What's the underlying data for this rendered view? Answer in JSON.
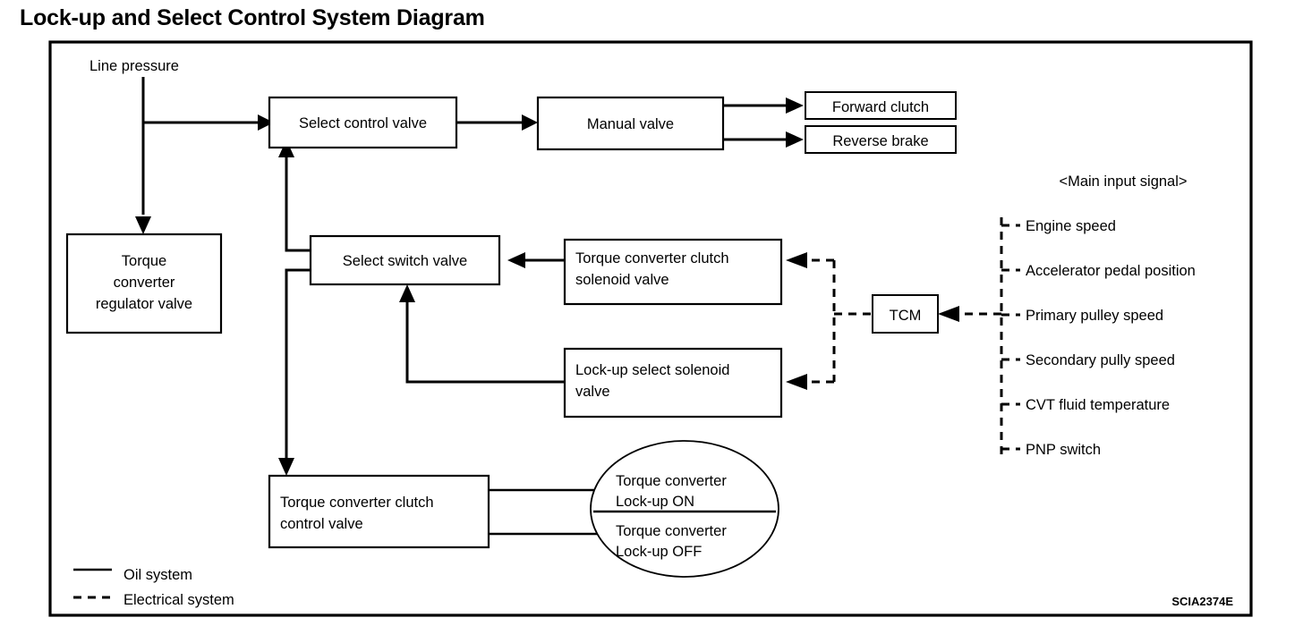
{
  "title": "Lock-up and Select Control System Diagram",
  "labels": {
    "line_pressure": "Line pressure",
    "main_input_signal": "<Main input signal>",
    "figure_code": "SCIA2374E"
  },
  "nodes": {
    "select_control_valve": "Select control valve",
    "manual_valve": "Manual valve",
    "forward_clutch": "Forward clutch",
    "reverse_brake": "Reverse brake",
    "torque_converter_regulator_valve_l1": "Torque",
    "torque_converter_regulator_valve_l2": "converter",
    "torque_converter_regulator_valve_l3": "regulator valve",
    "select_switch_valve": "Select switch valve",
    "tcc_solenoid_valve_l1": "Torque converter clutch",
    "tcc_solenoid_valve_l2": "solenoid valve",
    "lockup_select_solenoid_valve_l1": "Lock-up select solenoid",
    "lockup_select_solenoid_valve_l2": "valve",
    "tcm": "TCM",
    "tcc_control_valve_l1": "Torque converter clutch",
    "tcc_control_valve_l2": "control valve",
    "lockup_on_l1": "Torque converter",
    "lockup_on_l2": "Lock-up ON",
    "lockup_off_l1": "Torque converter",
    "lockup_off_l2": "Lock-up OFF"
  },
  "input_signals": [
    "Engine speed",
    "Accelerator pedal position",
    "Primary pulley speed",
    "Secondary pully speed",
    "CVT fluid temperature",
    "PNP switch"
  ],
  "legend": [
    {
      "label": "Oil system",
      "style": "solid"
    },
    {
      "label": "Electrical system",
      "style": "dashed"
    }
  ],
  "colors": {
    "line": "#000000",
    "background": "#ffffff",
    "box_fill": "#ffffff"
  }
}
